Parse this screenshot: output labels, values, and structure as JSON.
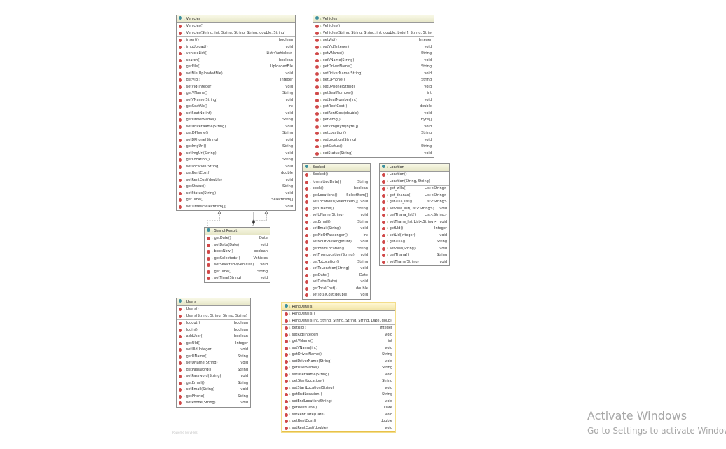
{
  "classes": [
    {
      "id": "vehicles-1",
      "name": "Vehicles",
      "constructors": [
        "Vehicles()",
        "Vehicles(String, int, String, String, String, double, String)"
      ],
      "methods": [
        {
          "name": "insert()",
          "ret": "boolean"
        },
        {
          "name": "imgUpload()",
          "ret": "void"
        },
        {
          "name": "vehicleList()",
          "ret": "List<Vehicles>"
        },
        {
          "name": "search()",
          "ret": "boolean"
        },
        {
          "name": "getFile()",
          "ret": "UploadedFile"
        },
        {
          "name": "setFile(UploadedFile)",
          "ret": "void"
        },
        {
          "name": "getVId()",
          "ret": "Integer"
        },
        {
          "name": "setVId(Integer)",
          "ret": "void"
        },
        {
          "name": "getVName()",
          "ret": "String"
        },
        {
          "name": "setVName(String)",
          "ret": "void"
        },
        {
          "name": "getSeatNo()",
          "ret": "int"
        },
        {
          "name": "setSeatNo(int)",
          "ret": "void"
        },
        {
          "name": "getDriverName()",
          "ret": "String"
        },
        {
          "name": "setDriverName(String)",
          "ret": "void"
        },
        {
          "name": "getDPhone()",
          "ret": "String"
        },
        {
          "name": "setDPhone(String)",
          "ret": "void"
        },
        {
          "name": "getImgUrl()",
          "ret": "String"
        },
        {
          "name": "setImgUrl(String)",
          "ret": "void"
        },
        {
          "name": "getLocation()",
          "ret": "String"
        },
        {
          "name": "setLocation(String)",
          "ret": "void"
        },
        {
          "name": "getRentCost()",
          "ret": "double"
        },
        {
          "name": "setRentCost(double)",
          "ret": "void"
        },
        {
          "name": "getStatus()",
          "ret": "String"
        },
        {
          "name": "setStatus(String)",
          "ret": "void"
        },
        {
          "name": "getTime()",
          "ret": "SelectItem[]"
        },
        {
          "name": "setTimes(SelectItem[])",
          "ret": "void"
        }
      ]
    },
    {
      "id": "vehicles-2",
      "name": "Vehicles",
      "constructors": [
        "Vehicles()",
        "Vehicles(String, String, String, int, double, byte[], String, String)"
      ],
      "methods": [
        {
          "name": "getVid()",
          "ret": "Integer"
        },
        {
          "name": "setVid(Integer)",
          "ret": "void"
        },
        {
          "name": "getVName()",
          "ret": "String"
        },
        {
          "name": "setVName(String)",
          "ret": "void"
        },
        {
          "name": "getDriverName()",
          "ret": "String"
        },
        {
          "name": "setDriverName(String)",
          "ret": "void"
        },
        {
          "name": "getDPhone()",
          "ret": "String"
        },
        {
          "name": "setDPhone(String)",
          "ret": "void"
        },
        {
          "name": "getSeatNumber()",
          "ret": "int"
        },
        {
          "name": "setSeatNumber(int)",
          "ret": "void"
        },
        {
          "name": "getRentCost()",
          "ret": "double"
        },
        {
          "name": "setRentCost(double)",
          "ret": "void"
        },
        {
          "name": "getVImg()",
          "ret": "byte[]"
        },
        {
          "name": "setVimgByte(byte[])",
          "ret": "void"
        },
        {
          "name": "getLocation()",
          "ret": "String"
        },
        {
          "name": "setLocation(String)",
          "ret": "void"
        },
        {
          "name": "getStatus()",
          "ret": "String"
        },
        {
          "name": "setStatus(String)",
          "ret": "void"
        }
      ]
    },
    {
      "id": "booked",
      "name": "Booked",
      "constructors": [
        "Booked()"
      ],
      "methods": [
        {
          "name": "formattedDate()",
          "ret": "String"
        },
        {
          "name": "book()",
          "ret": "boolean"
        },
        {
          "name": "getLocations()",
          "ret": "SelectItem[]"
        },
        {
          "name": "setLocations(SelectItem[])",
          "ret": "void"
        },
        {
          "name": "getUName()",
          "ret": "String"
        },
        {
          "name": "setUName(String)",
          "ret": "void"
        },
        {
          "name": "getEmail()",
          "ret": "String"
        },
        {
          "name": "setEmail(String)",
          "ret": "void"
        },
        {
          "name": "getNoOfPassenger()",
          "ret": "int"
        },
        {
          "name": "setNoOfPassenger(int)",
          "ret": "void"
        },
        {
          "name": "getFromLocation()",
          "ret": "String"
        },
        {
          "name": "setFromLocation(String)",
          "ret": "void"
        },
        {
          "name": "getToLocation()",
          "ret": "String"
        },
        {
          "name": "setToLocation(String)",
          "ret": "void"
        },
        {
          "name": "getDate()",
          "ret": "Date"
        },
        {
          "name": "setDate(Date)",
          "ret": "void"
        },
        {
          "name": "getTotalCost()",
          "ret": "double"
        },
        {
          "name": "setTotalCost(double)",
          "ret": "void"
        }
      ]
    },
    {
      "id": "location",
      "name": "Location",
      "constructors": [
        "Location()",
        "Location(String, String)"
      ],
      "methods": [
        {
          "name": "get_zilla()",
          "ret": "List<String>"
        },
        {
          "name": "get_thanas()",
          "ret": "List<String>"
        },
        {
          "name": "getZilla_list()",
          "ret": "List<String>"
        },
        {
          "name": "setZilla_list(List<String>)",
          "ret": "void"
        },
        {
          "name": "getThana_list()",
          "ret": "List<String>"
        },
        {
          "name": "setThana_list(List<String>)",
          "ret": "void"
        },
        {
          "name": "getLId()",
          "ret": "Integer"
        },
        {
          "name": "setLId(Integer)",
          "ret": "void"
        },
        {
          "name": "getZilla()",
          "ret": "String"
        },
        {
          "name": "setZilla(String)",
          "ret": "void"
        },
        {
          "name": "getThana()",
          "ret": "String"
        },
        {
          "name": "setThana(String)",
          "ret": "void"
        }
      ]
    },
    {
      "id": "search-result",
      "name": "SearchResult",
      "constructors": [],
      "methods": [
        {
          "name": "getDate()",
          "ret": "Date"
        },
        {
          "name": "setDate(Date)",
          "ret": "void"
        },
        {
          "name": "bookNow()",
          "ret": "boolean"
        },
        {
          "name": "getSelectedv()",
          "ret": "Vehicles"
        },
        {
          "name": "setSelectedv(Vehicles)",
          "ret": "void"
        },
        {
          "name": "getTime()",
          "ret": "String"
        },
        {
          "name": "setTime(String)",
          "ret": "void"
        }
      ]
    },
    {
      "id": "users",
      "name": "Users",
      "constructors": [
        "Users()",
        "Users(String, String, String, String)"
      ],
      "methods": [
        {
          "name": "logout()",
          "ret": "boolean"
        },
        {
          "name": "login()",
          "ret": "boolean"
        },
        {
          "name": "addUser()",
          "ret": "boolean"
        },
        {
          "name": "getUId()",
          "ret": "Integer"
        },
        {
          "name": "setUId(Integer)",
          "ret": "void"
        },
        {
          "name": "getUName()",
          "ret": "String"
        },
        {
          "name": "setUName(String)",
          "ret": "void"
        },
        {
          "name": "getPassword()",
          "ret": "String"
        },
        {
          "name": "setPassword(String)",
          "ret": "void"
        },
        {
          "name": "getEmail()",
          "ret": "String"
        },
        {
          "name": "setEmail(String)",
          "ret": "void"
        },
        {
          "name": "getPhone()",
          "ret": "String"
        },
        {
          "name": "setPhone(String)",
          "ret": "void"
        }
      ]
    },
    {
      "id": "rent-details",
      "name": "RentDetails",
      "constructors": [
        "RentDetails()",
        "RentDetails(int, String, String, String, String, Date, double)"
      ],
      "methods": [
        {
          "name": "getRid()",
          "ret": "Integer"
        },
        {
          "name": "setRid(Integer)",
          "ret": "void"
        },
        {
          "name": "getVName()",
          "ret": "int"
        },
        {
          "name": "setVName(int)",
          "ret": "void"
        },
        {
          "name": "getDriverName()",
          "ret": "String"
        },
        {
          "name": "setDriverName(String)",
          "ret": "void"
        },
        {
          "name": "getUserName()",
          "ret": "String"
        },
        {
          "name": "setUserName(String)",
          "ret": "void"
        },
        {
          "name": "getStartLocation()",
          "ret": "String"
        },
        {
          "name": "setStartLocation(String)",
          "ret": "void"
        },
        {
          "name": "getEndLocation()",
          "ret": "String"
        },
        {
          "name": "setEndLocation(String)",
          "ret": "void"
        },
        {
          "name": "getRentDate()",
          "ret": "Date"
        },
        {
          "name": "setRentDate(Date)",
          "ret": "void"
        },
        {
          "name": "getRentCost()",
          "ret": "double"
        },
        {
          "name": "setRentCost(double)",
          "ret": "void"
        }
      ]
    }
  ],
  "watermark": {
    "title": "Activate Windows",
    "subtitle": "Go to Settings to activate Windows."
  },
  "footer": "Powered by yFiles"
}
